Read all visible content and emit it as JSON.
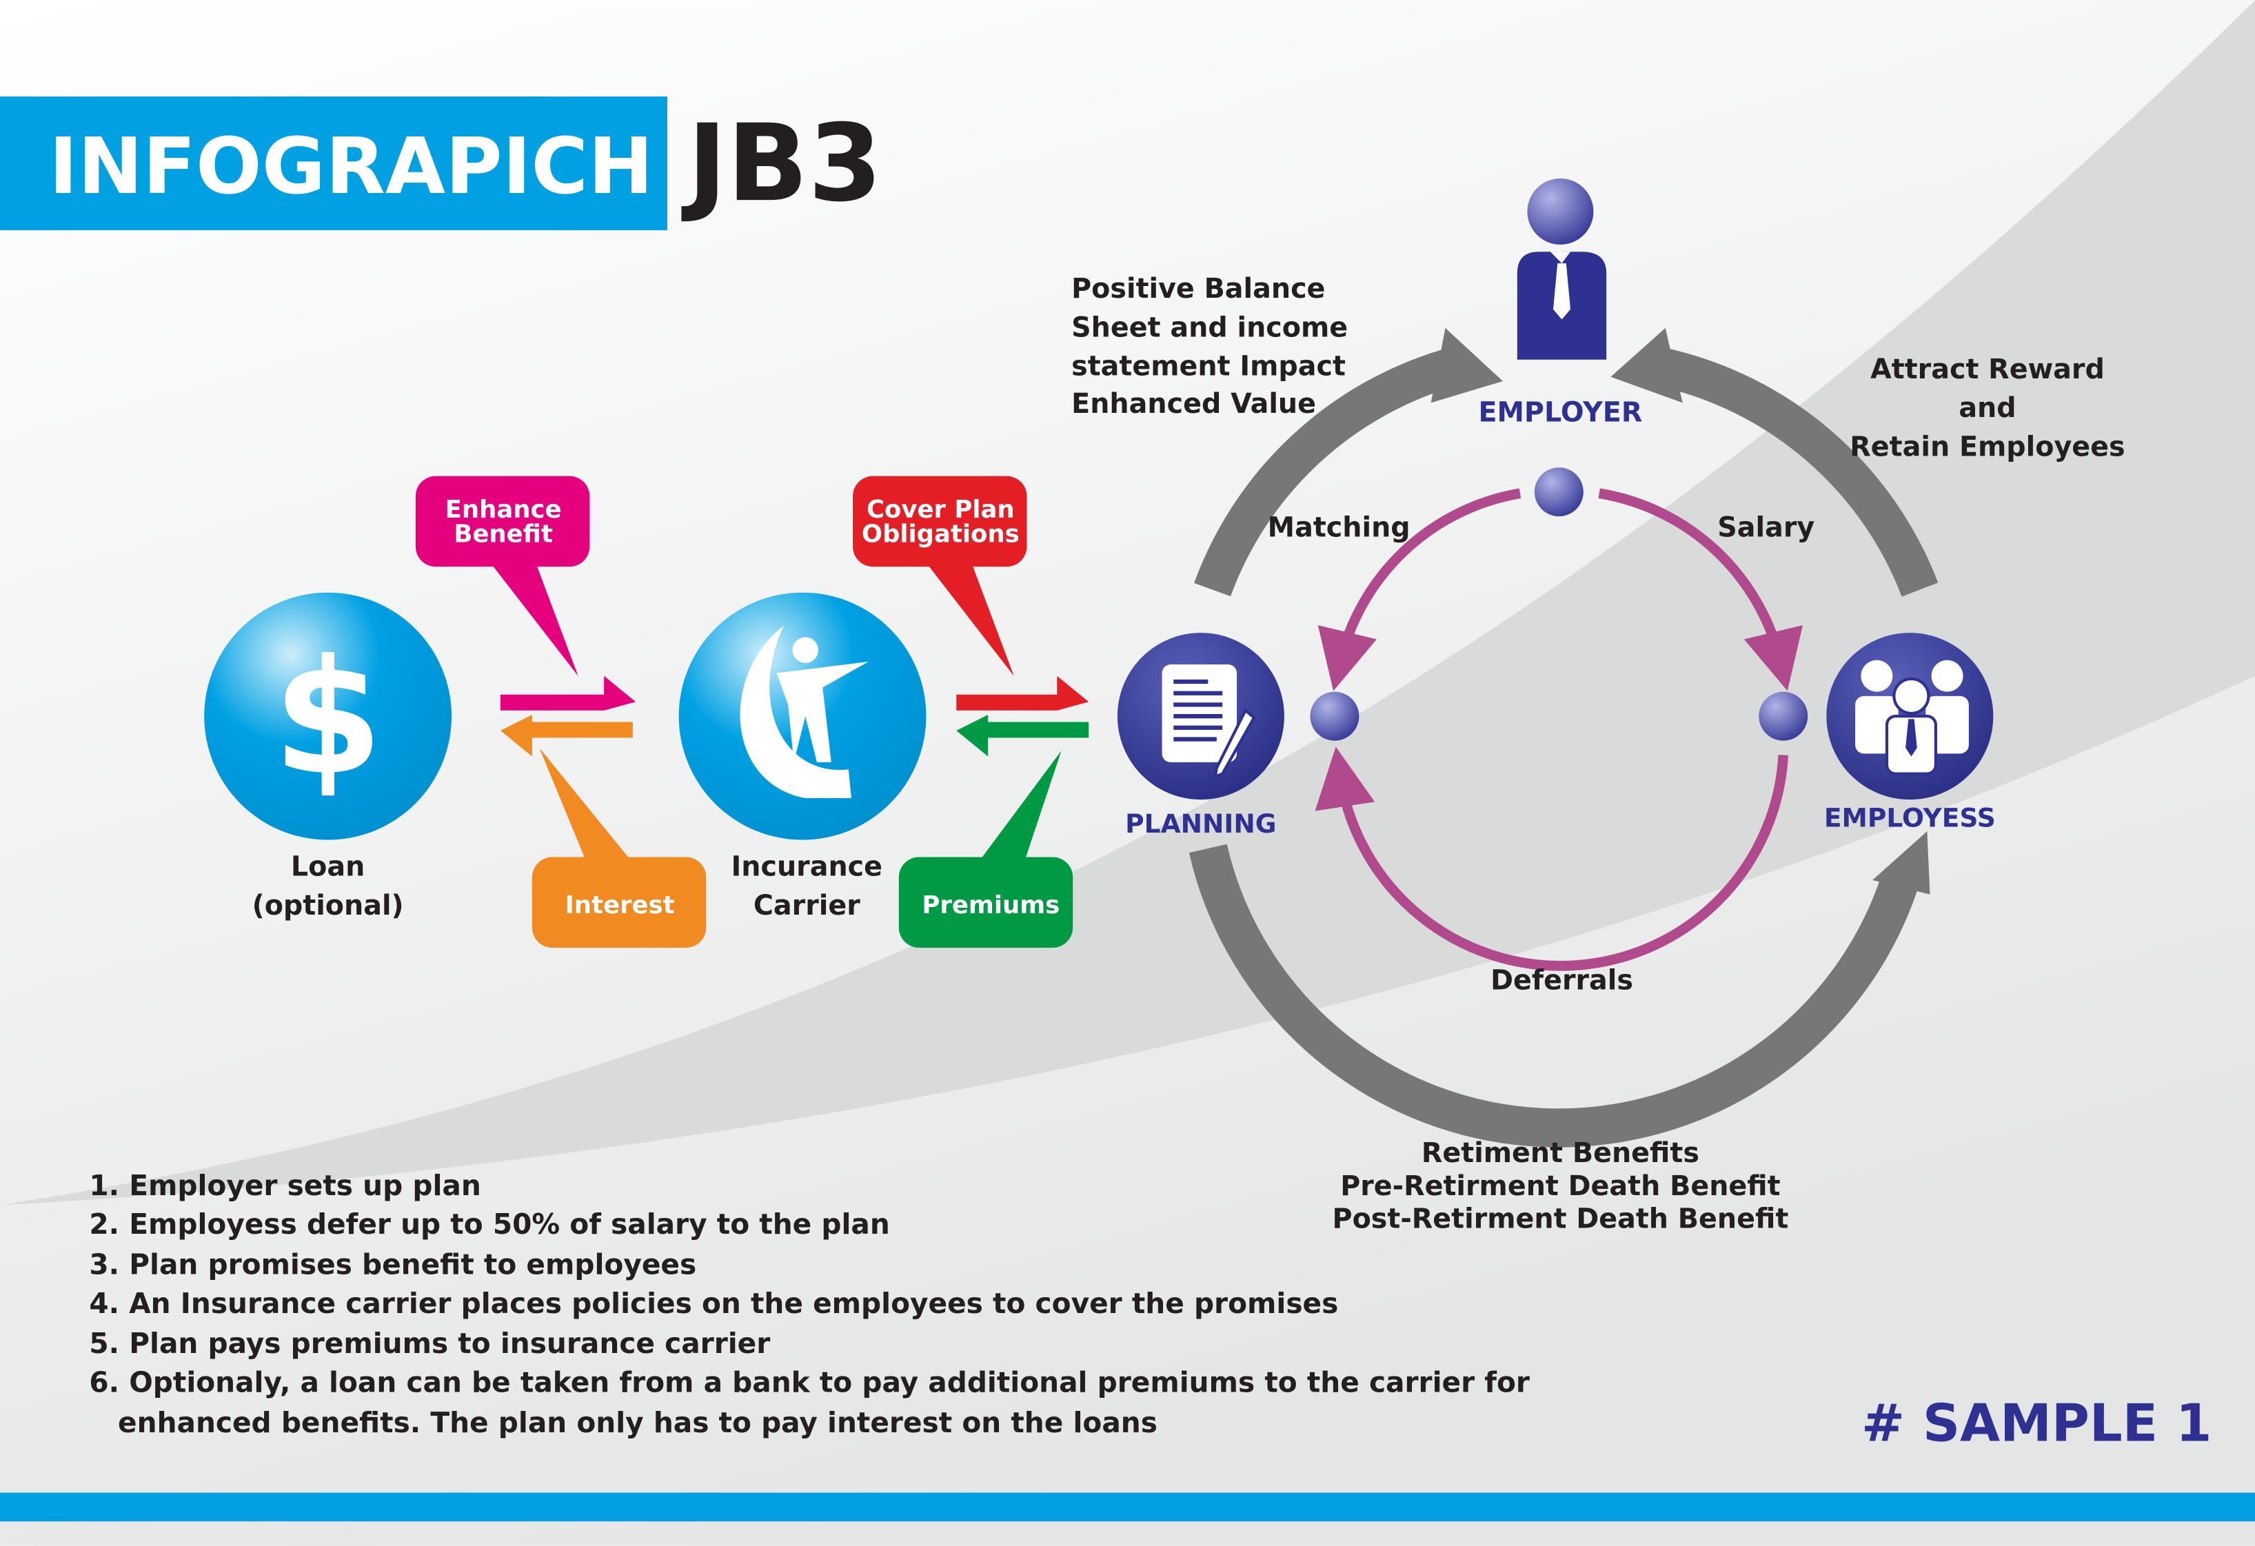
{
  "header": {
    "title_badge": "INFOGRAPICH",
    "title_code": "JB3"
  },
  "colors": {
    "blue": "#00a0e3",
    "navy": "#2e3192",
    "magenta": "#e5007e",
    "orange": "#f18a21",
    "red": "#e31e24",
    "green": "#009a44",
    "pink_cycle": "#b04a8c",
    "gray_cycle": "#777777"
  },
  "nodes": {
    "loan": {
      "line1": "Loan",
      "line2": "(optional)",
      "icon": "dollar-icon"
    },
    "carrier": {
      "line1": "Incurance",
      "line2": "Carrier",
      "icon": "person-sail-icon"
    },
    "planning": {
      "label": "PLANNING",
      "icon": "document-pen-icon"
    },
    "employees": {
      "label": "EMPLOYESS",
      "icon": "group-icon"
    },
    "employer": {
      "label": "EMPLOYER",
      "icon": "businessman-icon"
    }
  },
  "callouts": {
    "enhance": [
      "Enhance",
      "Benefit"
    ],
    "interest": "Interest",
    "cover": [
      "Cover Plan",
      "Obligations"
    ],
    "premiums": "Premiums"
  },
  "cycle": {
    "matching": "Matching",
    "salary": "Salary",
    "deferrals": "Deferrals"
  },
  "notes": {
    "balance": [
      "Positive Balance",
      "Sheet and income",
      "statement Impact",
      "Enhanced Value"
    ],
    "attract": [
      "Attract Reward",
      "and",
      "Retain Employees"
    ],
    "benefits": [
      "Retiment Benefits",
      "Pre-Retirment Death Benefit",
      "Post-Retirment Death Benefit"
    ]
  },
  "steps": [
    "1. Employer sets up plan",
    "2. Employess defer up to 50% of salary to the plan",
    "3. Plan promises benefit to employees",
    "4. An Insurance carrier places policies on the employees to cover the promises",
    "5. Plan pays premiums to insurance carrier",
    "6. Optionaly, a loan can be taken from a bank to pay additional premiums to the carrier for",
    "enhanced benefits. The plan only has to pay interest on the loans"
  ],
  "footer": {
    "sample": "# SAMPLE 1"
  }
}
